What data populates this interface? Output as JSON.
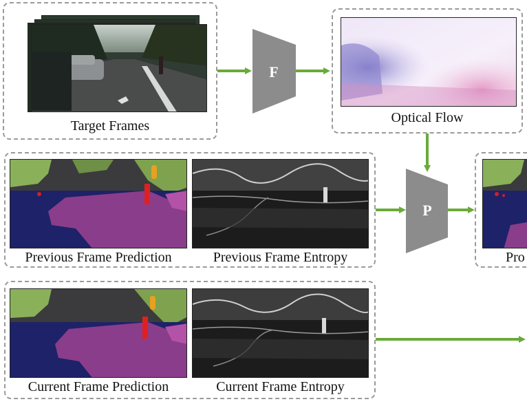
{
  "target_frames": {
    "label": "Target Frames"
  },
  "optical_flow": {
    "label": "Optical Flow"
  },
  "flow_network": {
    "letter": "F"
  },
  "propagation_network": {
    "letter": "P"
  },
  "previous": {
    "prediction_label": "Previous Frame Prediction",
    "entropy_label": "Previous Frame Entropy"
  },
  "current": {
    "prediction_label": "Current Frame Prediction",
    "entropy_label": "Current Frame Entropy"
  },
  "propagated": {
    "label_partial": "Pro"
  },
  "colors": {
    "arrow": "#6aaa3a",
    "network": "#8c8c8c",
    "dashed_border": "#9a9a9a"
  }
}
